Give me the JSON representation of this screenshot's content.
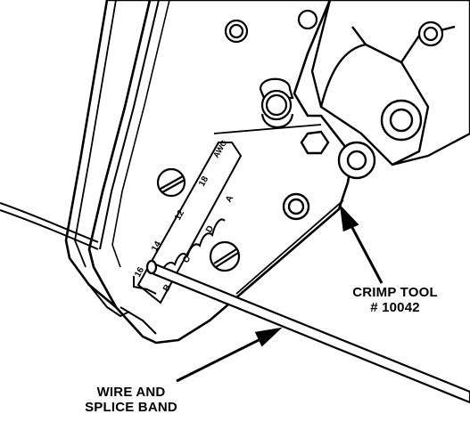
{
  "diagram": {
    "die_labels": {
      "awg": "AWG",
      "gauges": [
        "18",
        "12",
        "14",
        "16"
      ],
      "letters": [
        "A",
        "D",
        "C",
        "B"
      ]
    },
    "callouts": {
      "crimp_tool": {
        "line1": "CRIMP TOOL",
        "line2": "# 10042"
      },
      "wire_band": {
        "line1": "WIRE AND",
        "line2": "SPLICE BAND"
      }
    }
  }
}
